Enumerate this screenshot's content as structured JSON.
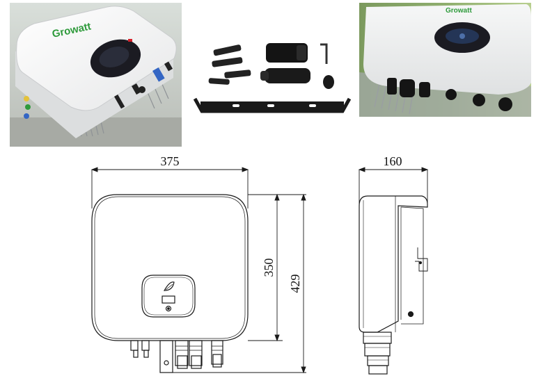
{
  "photos": {
    "front_brand": "Growatt",
    "top_brand": "Growatt"
  },
  "dimensions": {
    "front_width": "375",
    "front_height_body": "350",
    "front_height_total": "429",
    "side_depth": "160"
  },
  "colors": {
    "brand_green": "#2e9a3b",
    "body_white": "#f4f4f2",
    "display_black": "#1b1b22",
    "heatsink_gray": "#b9bcbf",
    "bracket_black": "#1a1a1a"
  }
}
